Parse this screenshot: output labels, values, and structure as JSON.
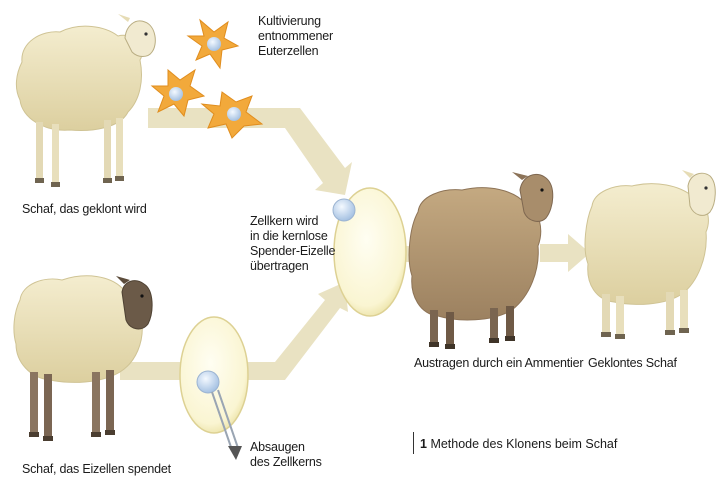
{
  "labels": {
    "source_sheep": "Schaf, das geklont wird",
    "culture": "Kultivierung\nentnommener\nEuterzellen",
    "transfer": "Zellkern wird\nin die kernlose\nSpender-Eizelle\nübertragen",
    "donor_sheep": "Schaf, das Eizellen spendet",
    "aspirate": "Absaugen\ndes Zellkerns",
    "surrogate": "Austragen durch ein Ammentier",
    "clone": "Geklontes Schaf"
  },
  "caption": {
    "number": "1",
    "text": "Methode des Klonens beim Schaf"
  },
  "colors": {
    "arrow": "#e9e2c2",
    "wool_light": "#efe7c4",
    "wool_shade": "#ddd2a6",
    "wool_dark": "#b39a72",
    "cells": "#f2a93b",
    "nucleus": "#cfe0f2",
    "egg": "#fbf8dc"
  }
}
